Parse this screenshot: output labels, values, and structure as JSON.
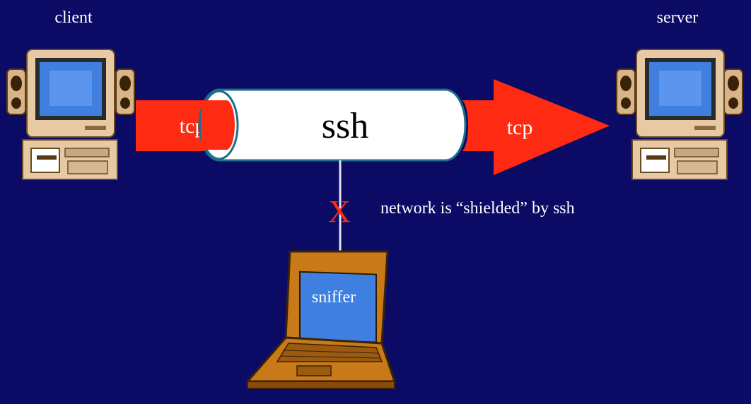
{
  "labels": {
    "client": "client",
    "server": "server",
    "tcp_left": "tcp",
    "tcp_right": "tcp",
    "tunnel": "ssh",
    "note": "network is “shielded” by ssh",
    "sniffer": "sniffer",
    "blocked_mark": "X"
  },
  "colors": {
    "background": "#0b0b66",
    "tcp_arrow": "#ff2a12",
    "tunnel_fill": "#ffffff",
    "tunnel_edge": "#1b6f8a",
    "screen": "#3f7fe0",
    "casing": "#e7c9a4",
    "laptop_body": "#c87a18",
    "text": "#ffffff"
  },
  "icons": {
    "client": "desktop-computer-icon",
    "server": "desktop-computer-icon",
    "sniffer": "laptop-icon"
  }
}
